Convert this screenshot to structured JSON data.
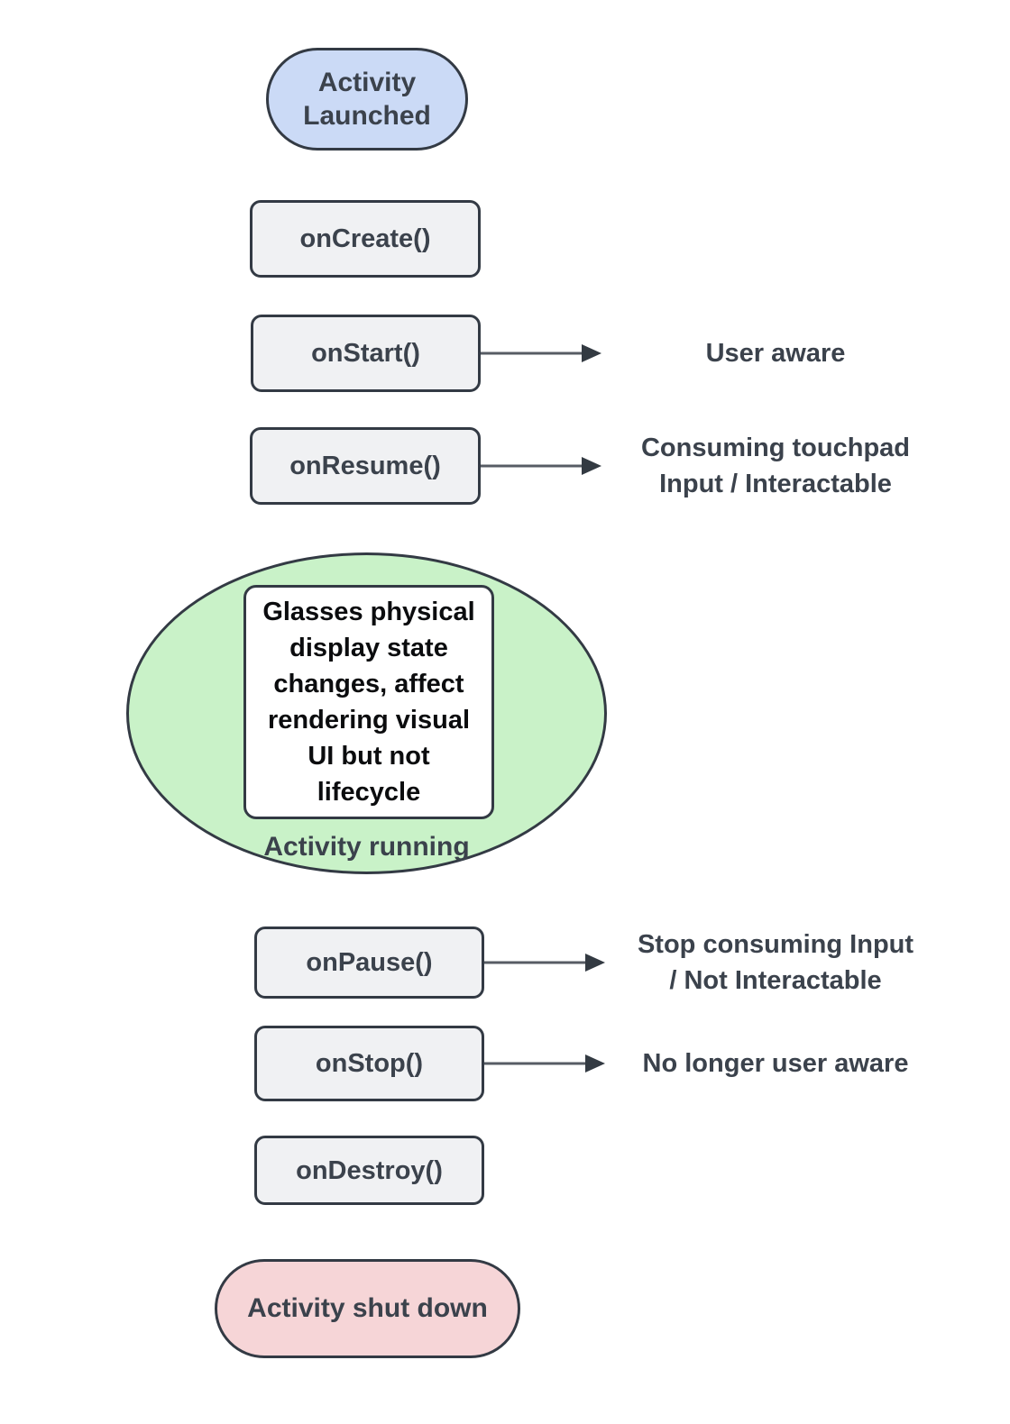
{
  "colors": {
    "canvas_bg": "#ffffff",
    "node_border": "#333a44",
    "process_fill": "#f0f1f3",
    "start_fill": "#cbdaf6",
    "running_fill": "#c9f2c8",
    "shutdown_fill": "#f6d5d7",
    "note_fill": "#ffffff",
    "label_text": "#3b424c",
    "note_text": "#0b0c0e",
    "arrow_line": "#575c64",
    "arrow_head": "#333a42"
  },
  "nodes": {
    "launched": {
      "lines": [
        "Activity",
        "Launched"
      ]
    },
    "on_create": {
      "label": "onCreate()"
    },
    "on_start": {
      "label": "onStart()"
    },
    "on_resume": {
      "label": "onResume()"
    },
    "running": {
      "label": "Activity running",
      "note_lines": [
        "Glasses physical",
        "display state",
        "changes, affect",
        "rendering visual",
        "UI but not",
        "lifecycle"
      ]
    },
    "on_pause": {
      "label": "onPause()"
    },
    "on_stop": {
      "label": "onStop()"
    },
    "on_destroy": {
      "label": "onDestroy()"
    },
    "shutdown": {
      "label": "Activity shut down"
    }
  },
  "annotations": {
    "user_aware": {
      "lines": [
        "User aware"
      ]
    },
    "consuming_input": {
      "lines": [
        "Consuming touchpad",
        "Input / Interactable"
      ]
    },
    "stop_consuming": {
      "lines": [
        "Stop consuming Input",
        "/ Not Interactable"
      ]
    },
    "no_longer_aware": {
      "lines": [
        "No longer user aware"
      ]
    }
  }
}
